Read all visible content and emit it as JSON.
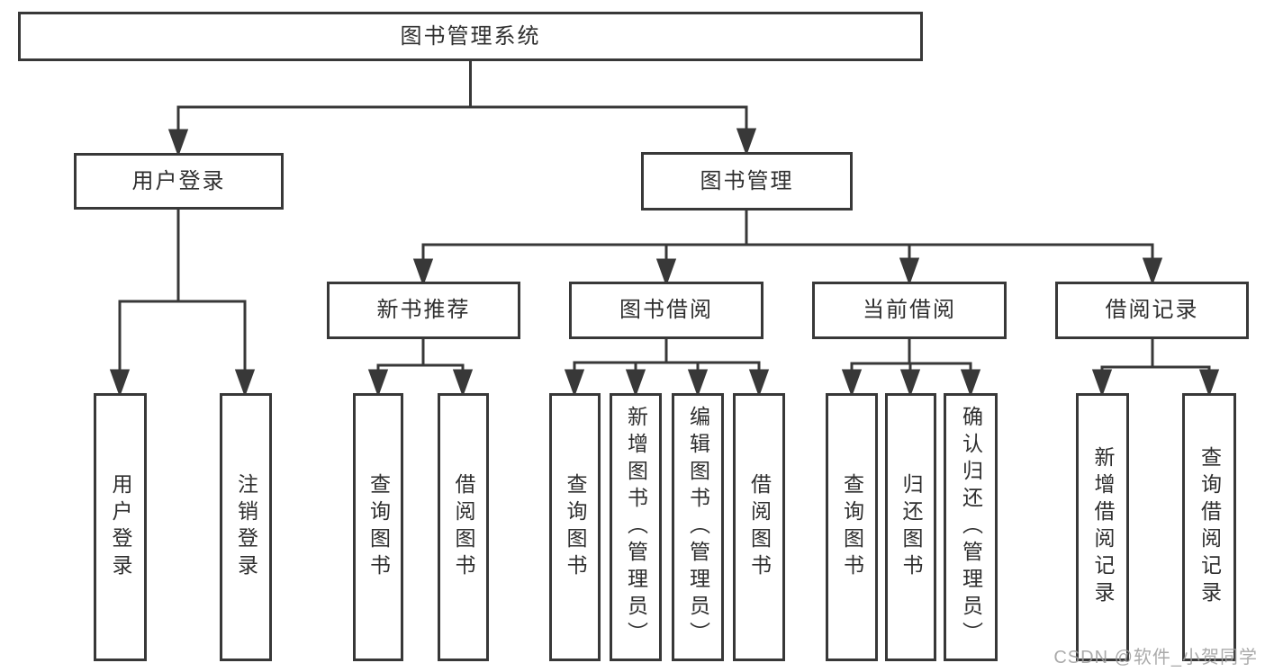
{
  "diagram": {
    "type": "hierarchy-tree",
    "root": {
      "label": "图书管理系统",
      "children": [
        {
          "label": "用户登录",
          "children": [
            {
              "label": "用户登录"
            },
            {
              "label": "注销登录"
            }
          ]
        },
        {
          "label": "图书管理",
          "children": [
            {
              "label": "新书推荐",
              "children": [
                {
                  "label": "查询图书"
                },
                {
                  "label": "借阅图书"
                }
              ]
            },
            {
              "label": "图书借阅",
              "children": [
                {
                  "label": "查询图书"
                },
                {
                  "label": "新增图书（管理员）"
                },
                {
                  "label": "编辑图书（管理员）"
                },
                {
                  "label": "借阅图书"
                }
              ]
            },
            {
              "label": "当前借阅",
              "children": [
                {
                  "label": "查询图书"
                },
                {
                  "label": "归还图书"
                },
                {
                  "label": "确认归还（管理员）"
                }
              ]
            },
            {
              "label": "借阅记录",
              "children": [
                {
                  "label": "新增借阅记录"
                },
                {
                  "label": "查询借阅记录"
                }
              ]
            }
          ]
        }
      ]
    }
  },
  "watermark": {
    "text": "CSDN @软件_小贺同学",
    "color": "#9c9c9c"
  },
  "colors": {
    "line": "#383838",
    "box_border": "#383838",
    "box_fill": "#ffffff",
    "text": "#2f2f2f",
    "background": "#ffffff"
  }
}
